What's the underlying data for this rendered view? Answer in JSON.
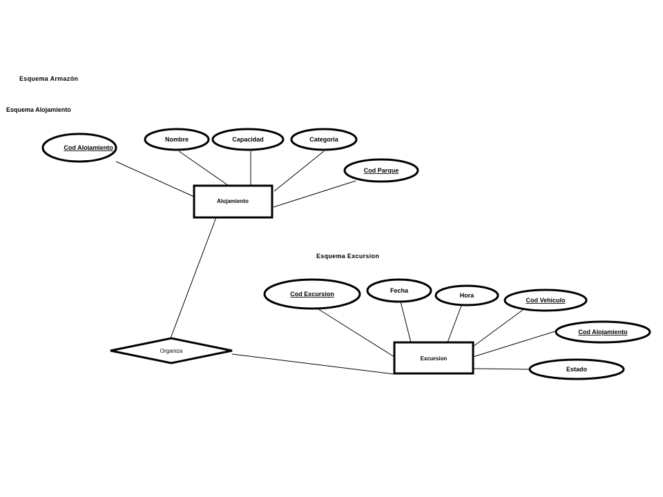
{
  "headings": {
    "esquema_armazon": "Esquema  Armazón",
    "esquema_alojamiento": "Esquema Alojamiento",
    "esquema_excursion": "Esquema  Excursion"
  },
  "entities": {
    "alojamiento": "Alojamiento",
    "excursion": "Excursion"
  },
  "relationships": {
    "organiza": "Organiza"
  },
  "attributes": {
    "alojamiento": {
      "cod_alojamiento": "Cod  Alojamiento",
      "nombre": "Nombre",
      "capacidad": "Capacidad",
      "categoria": "Categoria",
      "cod_parque": "Cod  Parque"
    },
    "excursion": {
      "cod_excursion": "Cod  Excursion",
      "fecha": "Fecha",
      "hora": "Hora",
      "cod_vehiculo": "Cod  Vehiculo",
      "cod_alojamiento": "Cod  Alojamiento",
      "estado": "Estado"
    }
  }
}
